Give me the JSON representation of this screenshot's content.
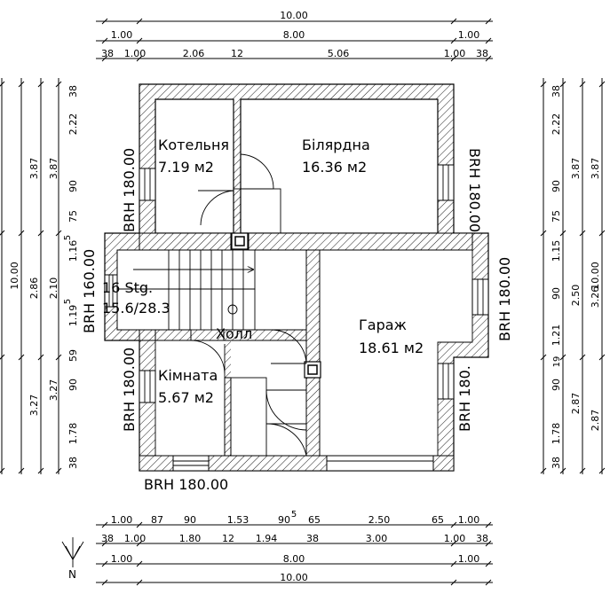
{
  "rooms": {
    "kotelnia": {
      "name": "Котельня",
      "area": "7.19 м2"
    },
    "biliardna": {
      "name": "Білярдна",
      "area": "16.36 м2"
    },
    "garazh": {
      "name": "Гараж",
      "area": "18.61 м2"
    },
    "kimnata": {
      "name": "Кімната",
      "area": "5.67 м2"
    },
    "hol": {
      "name": "Холл"
    }
  },
  "stairs": {
    "steps": "16 Stg.",
    "ratio": "15.6/28.3"
  },
  "brh_labels": {
    "top_left": "BRH 180.00",
    "middle_left": "BRH 160.00",
    "bottom_left": "BRH 180.00",
    "bottom": "BRH 180.00",
    "top_right": "BRH 180.00",
    "middle_right": "BRH 180.00",
    "bottom_right": "BRH 180."
  },
  "dims_top": {
    "row1": [
      "10.00"
    ],
    "row2": [
      "1.00",
      "8.00",
      "1.00"
    ],
    "row3": [
      "38",
      "1.00",
      "2.06",
      "12",
      "5.06",
      "1.00",
      "38"
    ]
  },
  "dims_bottom": {
    "row1": [
      "1.00",
      "87",
      "90",
      "1.53",
      "90",
      "5",
      "65",
      "2.50",
      "65",
      "1.00"
    ],
    "row2": [
      "38",
      "1.00",
      "1.80",
      "12",
      "1.94",
      "38",
      "3.00",
      "1.00",
      "38"
    ],
    "row3": [
      "1.00",
      "8.00",
      "1.00"
    ],
    "row4": [
      "10.00"
    ]
  },
  "dims_left": {
    "col1": [
      "10.00"
    ],
    "col2": [
      "3.87",
      "2.86",
      "3.27"
    ],
    "col3": [
      "3.87",
      "2.10",
      "3.27"
    ],
    "col4": [
      "38",
      "2.22",
      "90",
      "75",
      "1.16",
      "5",
      "1.19",
      "5",
      "59",
      "90",
      "1.78",
      "38"
    ]
  },
  "dims_right": {
    "col1": [
      "38",
      "2.22",
      "90",
      "75",
      "1.15",
      "90",
      "1.21",
      "19",
      "90",
      "1.78",
      "38"
    ],
    "col2": [
      "3.87",
      "2.50",
      "2.87"
    ],
    "col3": [
      "3.87",
      "3.26",
      "2.87"
    ],
    "col4": [
      "10.00"
    ]
  },
  "north": {
    "label": "N"
  }
}
